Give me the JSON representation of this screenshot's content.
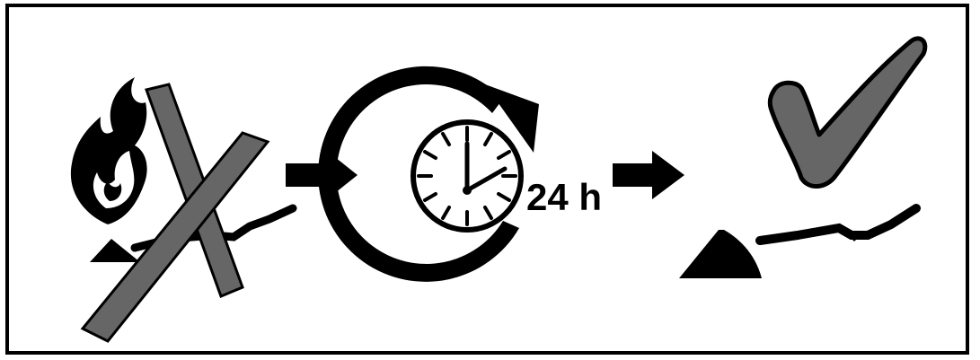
{
  "diagram": {
    "steps": [
      {
        "id": "no-ignition",
        "icon": "crossed-out-flame-and-cord-icon"
      },
      {
        "id": "wait",
        "icon": "clock-with-rotation-arrow-icon",
        "duration_label": "24 h"
      },
      {
        "id": "ok",
        "icon": "checkmark-with-cord-icon"
      }
    ],
    "arrows": [
      "right-arrow-icon",
      "right-arrow-icon"
    ]
  },
  "colors": {
    "ink": "#000000",
    "gray_fill": "#666666",
    "background": "#ffffff"
  }
}
